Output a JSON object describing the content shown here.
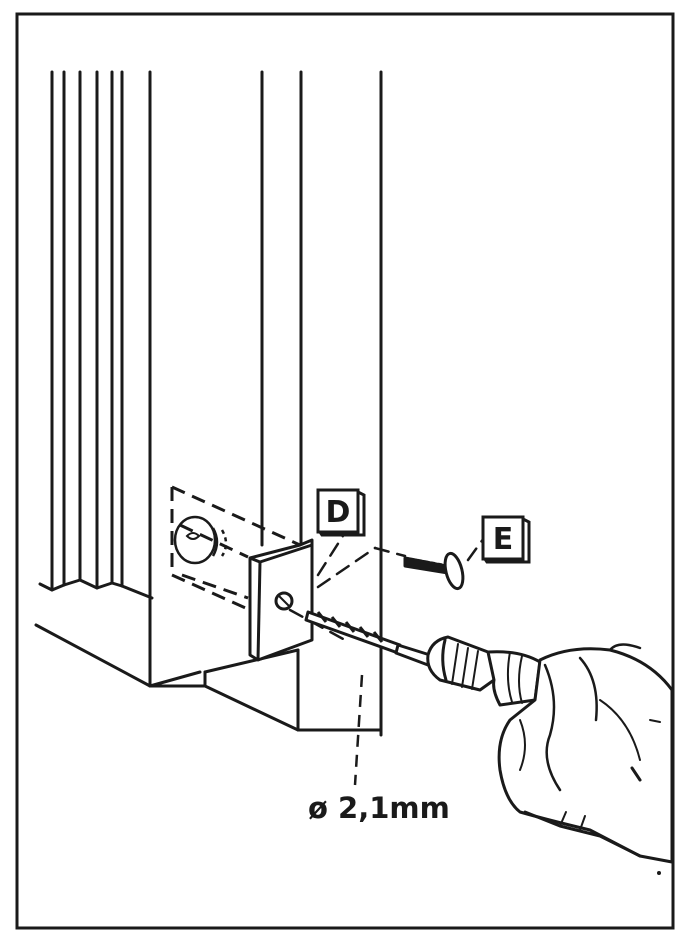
{
  "diagram": {
    "callouts": [
      {
        "id": "D",
        "text": "D"
      },
      {
        "id": "E",
        "text": "E"
      }
    ],
    "dimension": {
      "text": "ø 2,1mm"
    }
  },
  "colors": {
    "ink": "#1a1a1a",
    "paper": "#ffffff"
  }
}
